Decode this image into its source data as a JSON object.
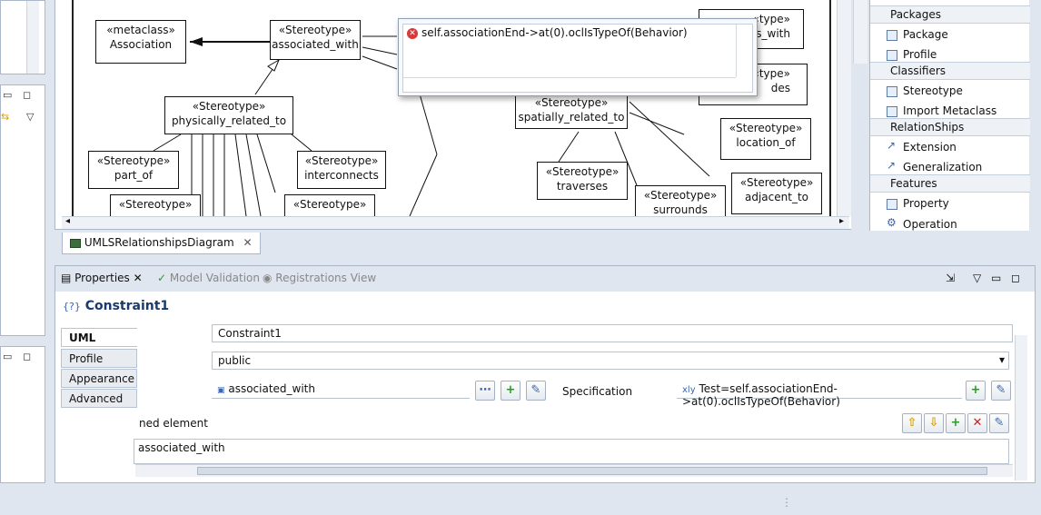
{
  "diagram": {
    "boxes": [
      {
        "id": "metaclass",
        "stereo": "«metaclass»",
        "name": "Association"
      },
      {
        "id": "assoc",
        "stereo": "«Stereotype»",
        "name": "associated_with"
      },
      {
        "id": "phys",
        "stereo": "«Stereotype»",
        "name": "physically_related_to"
      },
      {
        "id": "partof",
        "stereo": "«Stereotype»",
        "name": "part_of"
      },
      {
        "id": "inter",
        "stereo": "«Stereotype»",
        "name": "interconnects"
      },
      {
        "id": "s1",
        "stereo": "«Stereotype»",
        "name": ""
      },
      {
        "id": "s2",
        "stereo": "«Stereotype»",
        "name": ""
      },
      {
        "id": "spatial",
        "stereo": "«Stereotype»",
        "name": "spatially_related_to"
      },
      {
        "id": "traverses",
        "stereo": "«Stereotype»",
        "name": "traverses"
      },
      {
        "id": "surrounds",
        "stereo": "«Stereotype»",
        "name": "surrounds"
      },
      {
        "id": "location",
        "stereo": "«Stereotype»",
        "name": "location_of"
      },
      {
        "id": "adjacent",
        "stereo": "«Stereotype»",
        "name": "adjacent_to"
      },
      {
        "id": "r1",
        "stereo": "«type»",
        "name": "s_with"
      },
      {
        "id": "r2",
        "stereo": "«type»",
        "name": "des"
      }
    ]
  },
  "tooltip": {
    "text": "self.associationEnd->at(0).oclIsTypeOf(Behavior)"
  },
  "editor_tab": {
    "label": "UMLSRelationshipsDiagram"
  },
  "palette": {
    "sections": [
      {
        "title": "Packages",
        "items": [
          "Package",
          "Profile"
        ]
      },
      {
        "title": "Classifiers",
        "items": [
          "Stereotype",
          "Import Metaclass"
        ]
      },
      {
        "title": "RelationShips",
        "items": [
          "Extension",
          "Generalization"
        ]
      },
      {
        "title": "Features",
        "items": [
          "Property",
          "Operation"
        ]
      }
    ]
  },
  "props": {
    "tabs": [
      "Properties",
      "Model Validation",
      "Registrations View"
    ],
    "title": "Constraint1",
    "side_tabs": [
      "UML",
      "Profile",
      "Appearance",
      "Advanced"
    ],
    "name_value": "Constraint1",
    "visibility_value": "public",
    "context_value": "associated_with",
    "spec_label": "Specification",
    "spec_value": "Test=self.associationEnd->at(0).oclIsTypeOf(Behavior)",
    "constrained_label": "ned element",
    "constrained_value": "associated_with"
  }
}
